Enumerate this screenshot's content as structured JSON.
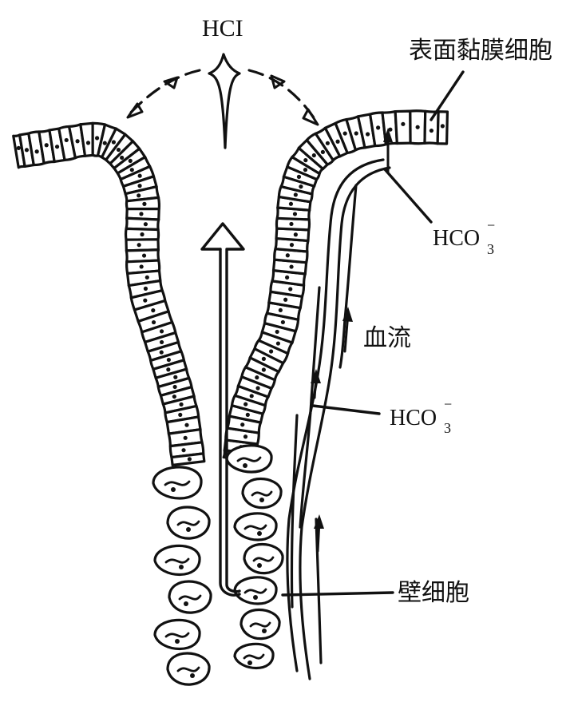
{
  "labels": {
    "hcl": "HCI",
    "surface_mucous_cell": "表面黏膜细胞",
    "bicarbonate_top": {
      "base": "HCO",
      "sub": "3",
      "sup": "−"
    },
    "blood_flow": "血流",
    "bicarbonate_mid": {
      "base": "HCO",
      "sub": "3",
      "sup": "−"
    },
    "parietal_cell": "壁细胞"
  },
  "colors": {
    "ink": "#111111",
    "background": "#ffffff"
  }
}
